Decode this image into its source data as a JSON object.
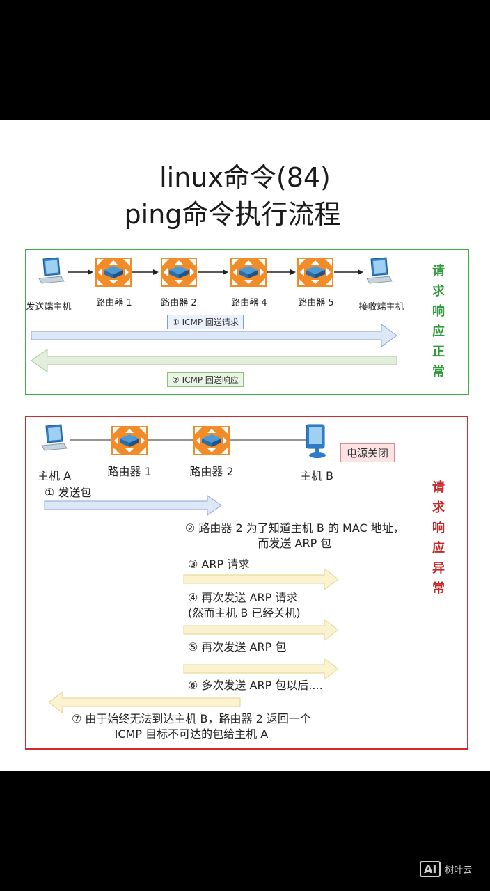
{
  "title": {
    "line1": "linux命令(84)",
    "line2": "ping命令执行流程"
  },
  "normal": {
    "nodes": [
      "发送端主机",
      "路由器 1",
      "路由器 2",
      "路由器 4",
      "路由器 5",
      "接收端主机"
    ],
    "request_label": "① ICMP 回送请求",
    "reply_label": "② ICMP 回送响应",
    "side_label": [
      "请",
      "求",
      "响",
      "应",
      "正",
      "常"
    ],
    "colors": {
      "border": "#3cb043",
      "request_arrow": "#dce8f7",
      "reply_arrow": "#e3efdc"
    }
  },
  "abnormal": {
    "nodes": [
      "主机 A",
      "路由器 1",
      "路由器 2",
      "主机 B"
    ],
    "power_off": "电源关闭",
    "steps": {
      "s1": "① 发送包",
      "s2": "② 路由器 2 为了知道主机 B 的 MAC 地址，\n而发送 ARP 包",
      "s3": "③ ARP 请求",
      "s4": "④ 再次发送 ARP 请求\n(然而主机 B 已经关机)",
      "s5": "⑤ 再次发送 ARP 包",
      "s6": "⑥ 多次发送 ARP 包以后....",
      "s7": "⑦ 由于始终无法到达主机 B，路由器 2 返回一个\nICMP 目标不可达的包给主机 A"
    },
    "side_label": [
      "请",
      "求",
      "响",
      "应",
      "异",
      "常"
    ],
    "colors": {
      "border": "#d22b2b",
      "arp_arrow": "#fbf2cf",
      "send_arrow": "#dce8f7"
    }
  },
  "icons": {
    "host": "laptop-icon",
    "router": "router-icon",
    "server": "monitor-icon"
  },
  "watermark": {
    "badge": "AI",
    "text": "树叶云"
  }
}
